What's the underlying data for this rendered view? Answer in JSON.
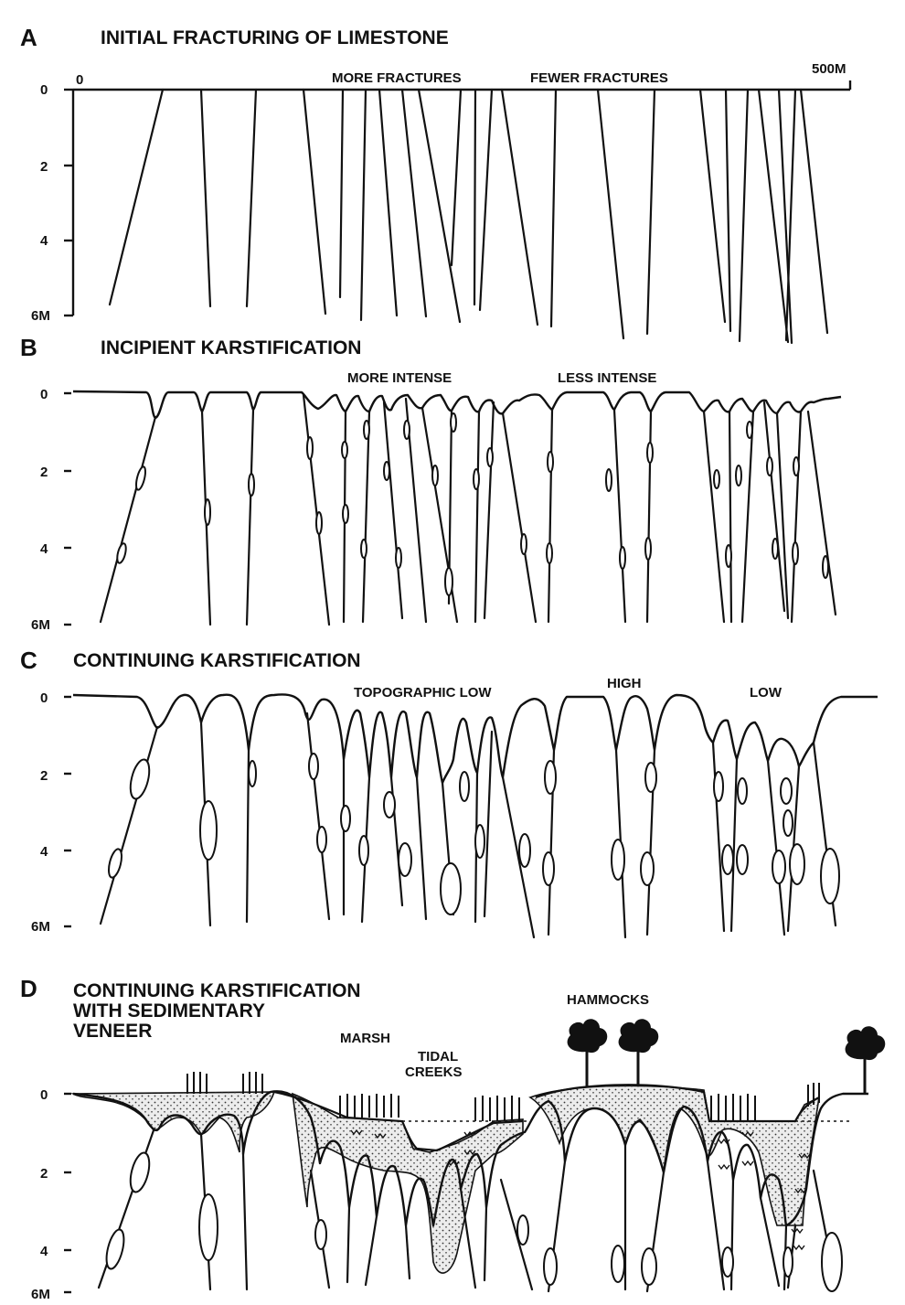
{
  "panels": [
    {
      "letter": "A",
      "title": "INITIAL FRACTURING OF LIMESTONE",
      "depth_ticks": [
        "0",
        "2",
        "4",
        "6M"
      ],
      "top_axis": {
        "start": "0",
        "end": "500M"
      },
      "annotations": [
        "MORE FRACTURES",
        "FEWER FRACTURES"
      ]
    },
    {
      "letter": "B",
      "title": "INCIPIENT KARSTIFICATION",
      "depth_ticks": [
        "0",
        "2",
        "4",
        "6M"
      ],
      "annotations": [
        "MORE INTENSE",
        "LESS INTENSE"
      ]
    },
    {
      "letter": "C",
      "title": "CONTINUING KARSTIFICATION",
      "depth_ticks": [
        "0",
        "2",
        "4",
        "6M"
      ],
      "annotations": [
        "TOPOGRAPHIC LOW",
        "HIGH",
        "LOW"
      ]
    },
    {
      "letter": "D",
      "title_lines": [
        "CONTINUING KARSTIFICATION",
        "WITH SEDIMENTARY",
        "VENEER"
      ],
      "depth_ticks": [
        "0",
        "2",
        "4",
        "6M"
      ],
      "annotations": [
        "MARSH",
        "TIDAL",
        "CREEKS",
        "HAMMOCKS"
      ]
    }
  ]
}
